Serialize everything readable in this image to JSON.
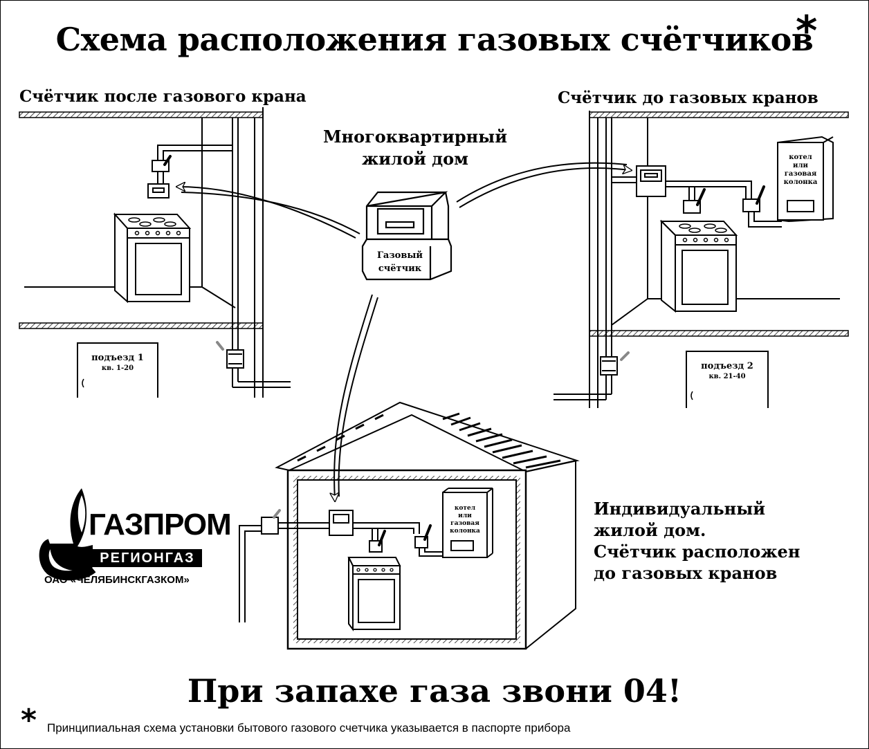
{
  "title": "Схема расположения газовых счётчиков",
  "title_mark": "*",
  "left_section": {
    "heading": "Счётчик после газового крана",
    "entrance_label": "подъезд 1",
    "flats_label": "кв. 1-20"
  },
  "right_section": {
    "heading": "Счётчик до газовых кранов",
    "entrance_label": "подъезд 2",
    "flats_label": "кв. 21-40",
    "boiler_label": [
      "котел",
      "или",
      "газовая",
      "колонка"
    ]
  },
  "center": {
    "building_type": [
      "Многоквартирный",
      "жилой дом"
    ],
    "meter_label": [
      "Газовый",
      "счётчик"
    ]
  },
  "house": {
    "description": [
      "Индивидуальный",
      "жилой дом.",
      "Счётчик расположен",
      "до газовых кранов"
    ],
    "boiler_label": [
      "котел",
      "или",
      "газовая",
      "колонка"
    ]
  },
  "logo": {
    "line1": "ГАЗПРОМ",
    "line2": "РЕГИОНГАЗ",
    "line3": "ОАО «ЧЕЛЯБИНСКГАЗКОМ»"
  },
  "warning": "При запахе газа звони 04!",
  "footnote_mark": "*",
  "footnote": "Принципиальная схема установки бытового газового счетчика указывается в паспорте прибора"
}
